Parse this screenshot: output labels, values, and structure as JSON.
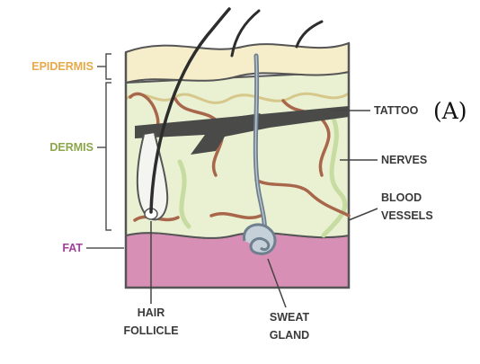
{
  "labels": {
    "epidermis": "EPIDERMIS",
    "dermis": "DERMIS",
    "fat": "FAT",
    "tattoo": "TATTOO",
    "panel": "(A)",
    "nerves": "NERVES",
    "blood_line1": "BLOOD",
    "blood_line2": "VESSELS",
    "hair_line1": "HAIR",
    "hair_line2": "FOLLICLE",
    "sweat_line1": "SWEAT",
    "sweat_line2": "GLAND"
  },
  "colors": {
    "epidermis": "#e8a948",
    "dermis": "#8ca64a",
    "fat": "#a0409a",
    "dark_label": "#3a3a3a",
    "tattoo_ink": "#4a4a48",
    "blood_vessel": "#a8664a",
    "nerve": "#c6dca0",
    "fat_layer": "#d88fb6",
    "dermis_fill": "#eaf0d2",
    "epidermis_fill": "#f6eecb",
    "sweat_gland": "#6e7f8e"
  }
}
